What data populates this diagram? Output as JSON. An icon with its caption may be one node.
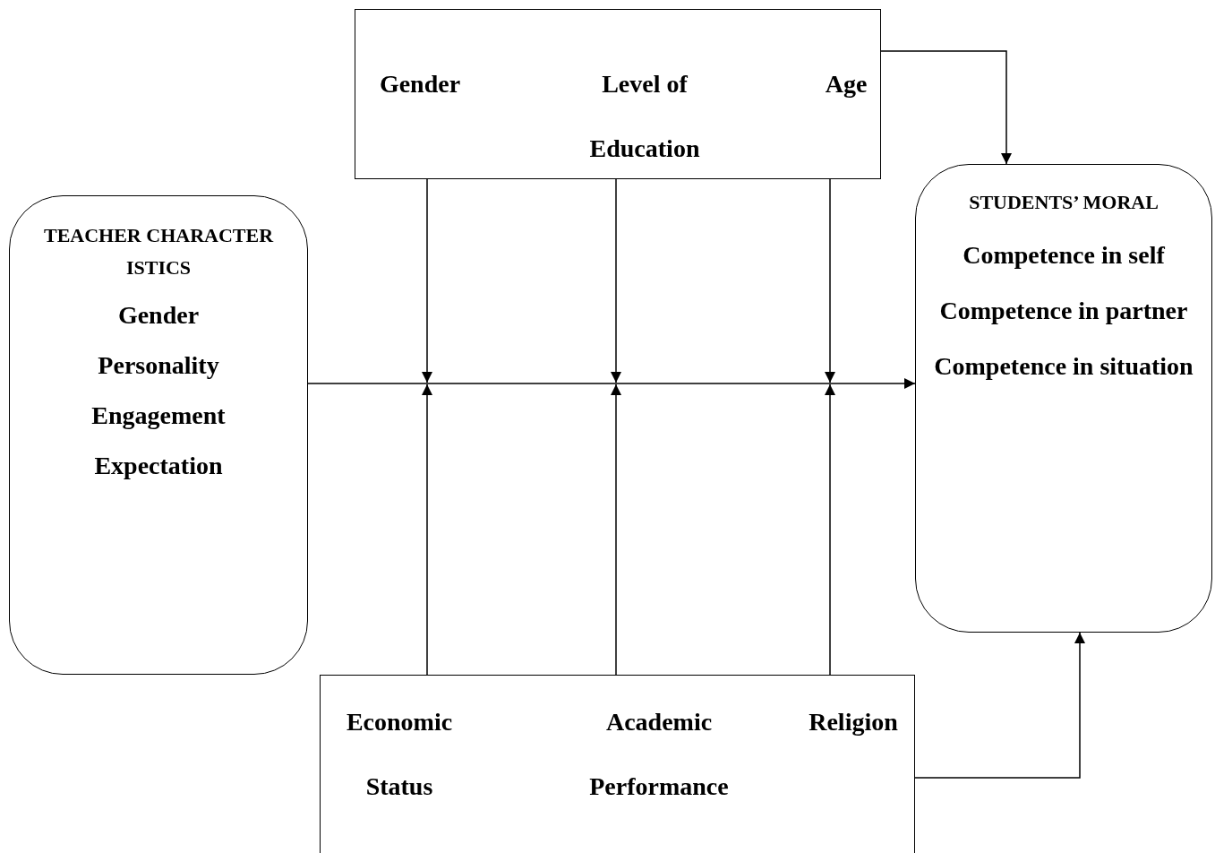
{
  "diagram": {
    "nodes": [
      {
        "text": [
          "Gender",
          "Level of Education",
          "Age"
        ]
      },
      {
        "text": [
          "TEACHER CHARACTERISTICS",
          "Gender",
          "Personality",
          "Engagement",
          "Expectation"
        ]
      },
      {
        "text": [
          "STUDENTS’ MORAL",
          "Competence in self",
          "Competence in partner",
          "Competence in situation"
        ]
      },
      {
        "text": [
          "Economic Status",
          "Academic Performance",
          "Religion"
        ]
      }
    ],
    "edges": [
      {
        "from": 1,
        "to": 2,
        "arrow": "to"
      },
      {
        "from": 0,
        "to": null,
        "arrow": "to"
      },
      {
        "from": 0,
        "to": null,
        "arrow": "to"
      },
      {
        "from": 0,
        "to": null,
        "arrow": "to"
      },
      {
        "from": 3,
        "to": null,
        "arrow": "to"
      },
      {
        "from": 3,
        "to": null,
        "arrow": "to"
      },
      {
        "from": 3,
        "to": null,
        "arrow": "to"
      },
      {
        "from": 0,
        "to": 2,
        "arrow": "to"
      },
      {
        "from": 3,
        "to": 2,
        "arrow": "to"
      }
    ]
  }
}
